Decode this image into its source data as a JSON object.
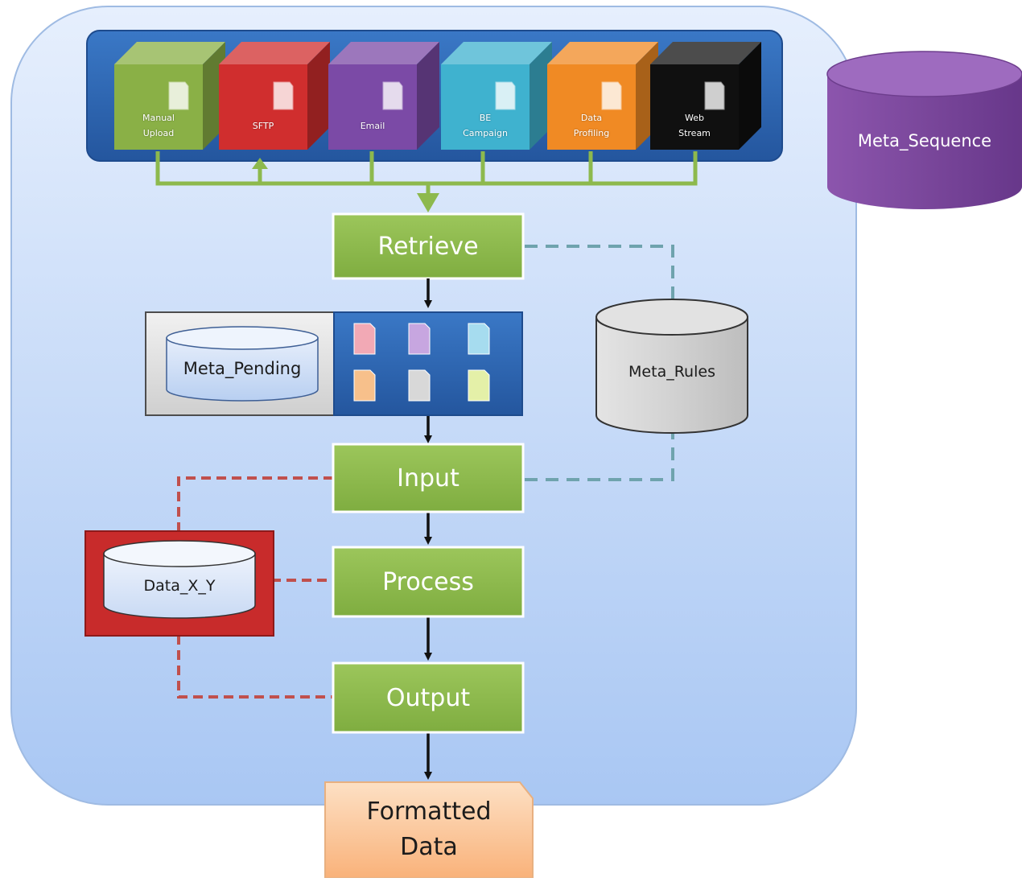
{
  "sources": [
    {
      "label": "Manual\nUpload",
      "color": "#8ab046",
      "icon": "document-icon"
    },
    {
      "label": "SFTP",
      "color": "#d02e2e",
      "icon": "document-icon"
    },
    {
      "label": "Email",
      "color": "#7b4aa6",
      "icon": "document-icon"
    },
    {
      "label": "BE\nCampaign",
      "color": "#3fb2cf",
      "icon": "document-icon"
    },
    {
      "label": "Data\nProfiling",
      "color": "#f08a24",
      "icon": "document-icon"
    },
    {
      "label": "Web\nStream",
      "color": "#101010",
      "icon": "document-icon"
    }
  ],
  "steps": {
    "retrieve": "Retrieve",
    "input": "Input",
    "process": "Process",
    "output": "Output"
  },
  "databases": {
    "meta_sequence": "Meta_Sequence",
    "meta_pending": "Meta_Pending",
    "meta_rules": "Meta_Rules",
    "data_x_y": "Data_X_Y"
  },
  "output_document": "Formatted\nData",
  "colors": {
    "container": "#c6dbf8",
    "source_bar": "#2f67b5",
    "step_box": "#8db94d",
    "connector_green": "#8db94d",
    "dash_teal": "#6fa3ad",
    "dash_red": "#c0504d",
    "meta_sequence": "#7e4a9e",
    "meta_pending": "#cfe0f8",
    "meta_rules": "#d0d0d0",
    "data_x_y": "#c82b2b",
    "output_doc": "#fbc596"
  },
  "pending_file_colors": [
    "#f2a9b5",
    "#c7a6e0",
    "#a6dcef",
    "#f7c08b",
    "#d8d8d8",
    "#e4f0a8"
  ]
}
